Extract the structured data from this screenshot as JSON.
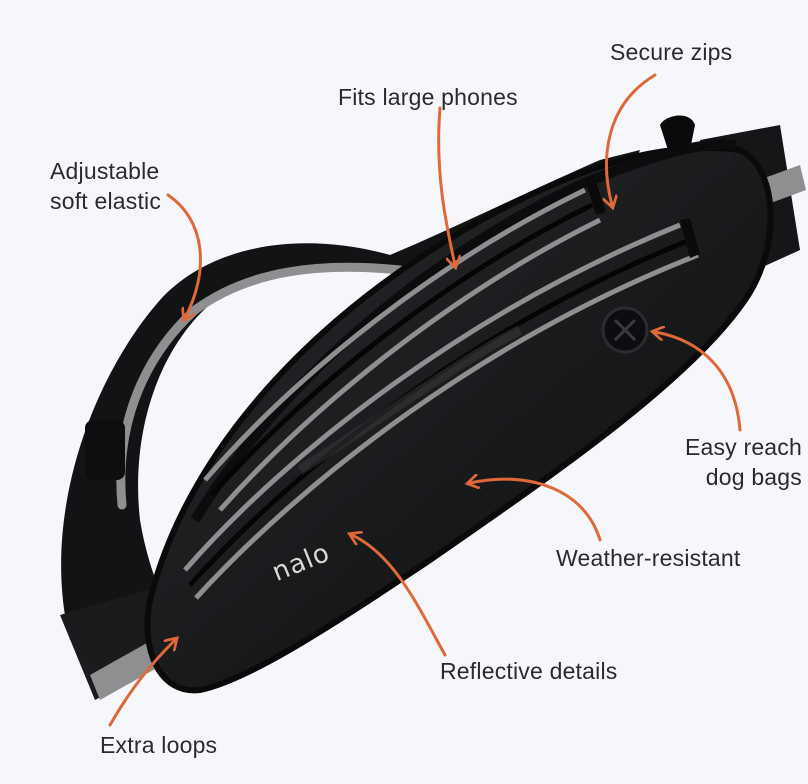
{
  "product": {
    "brand_mark": "nalo",
    "colors": {
      "background": "#f6f7fb",
      "bag": "#1b1c1e",
      "reflective": "#9a9a9a",
      "arrow": "#e0693a",
      "text": "#2b2b2b"
    }
  },
  "callouts": {
    "secure_zips": "Secure zips",
    "fits_large_phones": "Fits large phones",
    "adjustable_line1": "Adjustable",
    "adjustable_line2": "soft elastic",
    "easy_reach_line1": "Easy reach",
    "easy_reach_line2": "dog bags",
    "weather_resistant": "Weather-resistant",
    "reflective_details": "Reflective details",
    "extra_loops": "Extra loops"
  }
}
